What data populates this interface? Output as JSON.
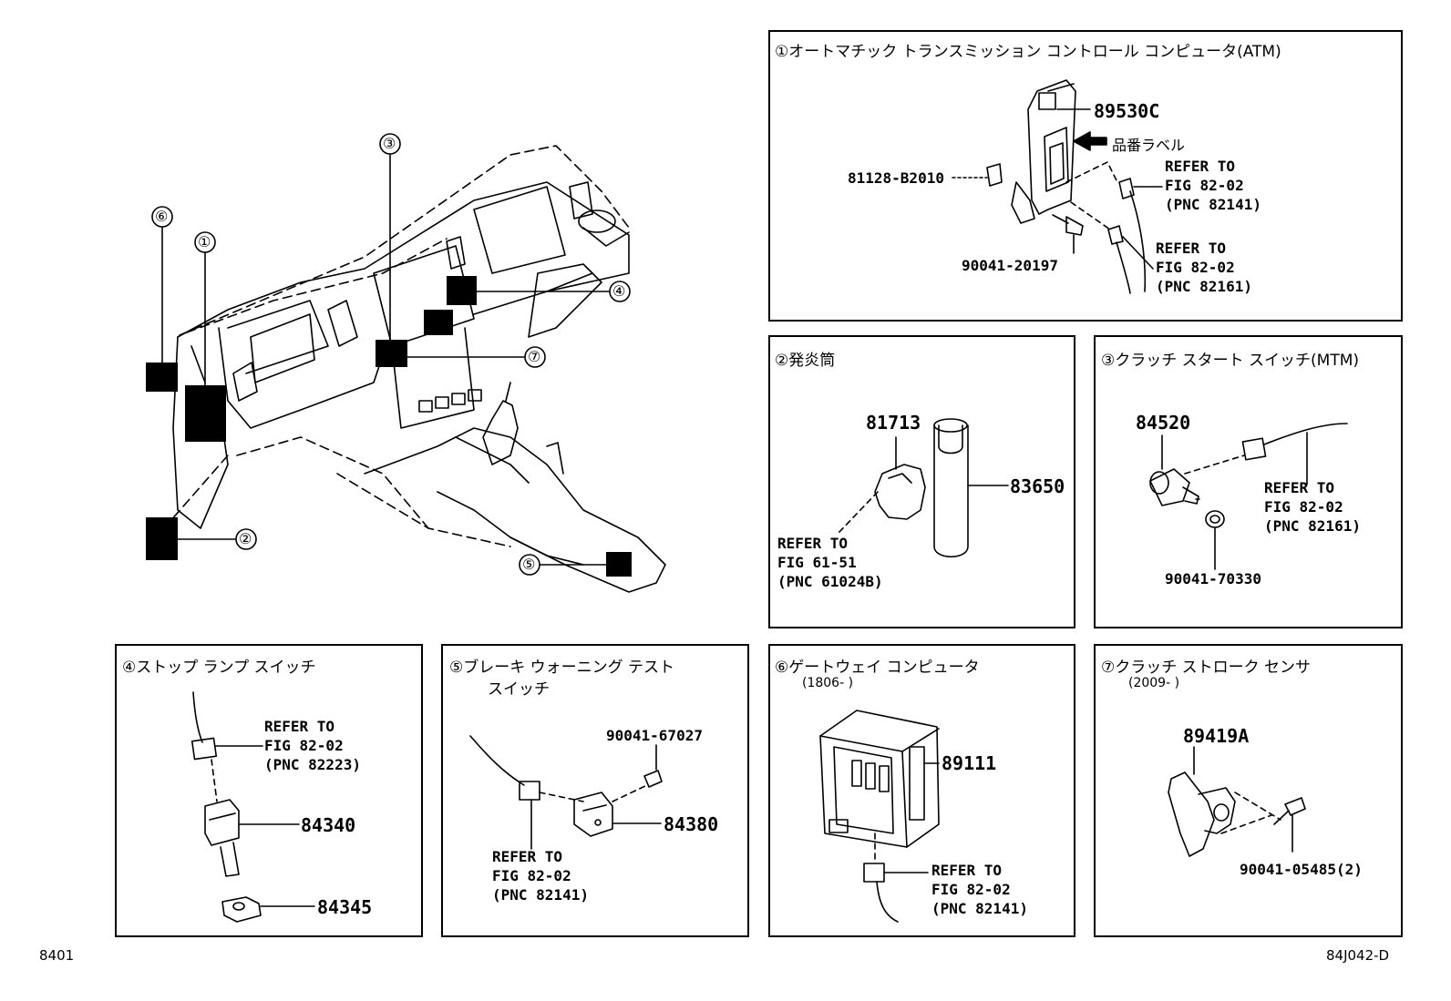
{
  "footer": {
    "left_code": "8401",
    "right_code": "84J042-D"
  },
  "overview": {
    "callouts": [
      "⑥",
      "①",
      "③",
      "④",
      "⑦",
      "②",
      "⑤"
    ]
  },
  "panel1": {
    "title": "①オートマチック トランスミッション コントロール コンピュータ(ATM)",
    "parts": [
      "89530C",
      "81128-B2010",
      "90041-20197"
    ],
    "label_note": "品番ラベル",
    "ref_a": "REFER TO\nFIG 82-02\n(PNC 82141)",
    "ref_b": "REFER TO\nFIG 82-02\n(PNC 82161)"
  },
  "panel2": {
    "title": "②発炎筒",
    "parts": [
      "81713",
      "83650"
    ],
    "ref": "REFER TO\nFIG 61-51\n(PNC 61024B)"
  },
  "panel3": {
    "title": "③クラッチ スタート スイッチ(MTM)",
    "parts": [
      "84520",
      "90041-70330"
    ],
    "ref": "REFER TO\nFIG 82-02\n(PNC 82161)"
  },
  "panel4": {
    "title": "④ストップ ランプ スイッチ",
    "parts": [
      "84340",
      "84345"
    ],
    "ref": "REFER TO\nFIG 82-02\n(PNC 82223)"
  },
  "panel5": {
    "title": "⑤ブレーキ ウォーニング テスト",
    "title_line2": "スイッチ",
    "parts": [
      "90041-67027",
      "84380"
    ],
    "ref": "REFER TO\nFIG 82-02\n(PNC 82141)"
  },
  "panel6": {
    "title": "⑥ゲートウェイ コンピュータ",
    "range": "(1806-      )",
    "parts": [
      "89111"
    ],
    "ref": "REFER TO\nFIG 82-02\n(PNC 82141)"
  },
  "panel7": {
    "title": "⑦クラッチ ストローク センサ",
    "range": "(2009-      )",
    "parts": [
      "89419A",
      "90041-05485(2)"
    ]
  }
}
